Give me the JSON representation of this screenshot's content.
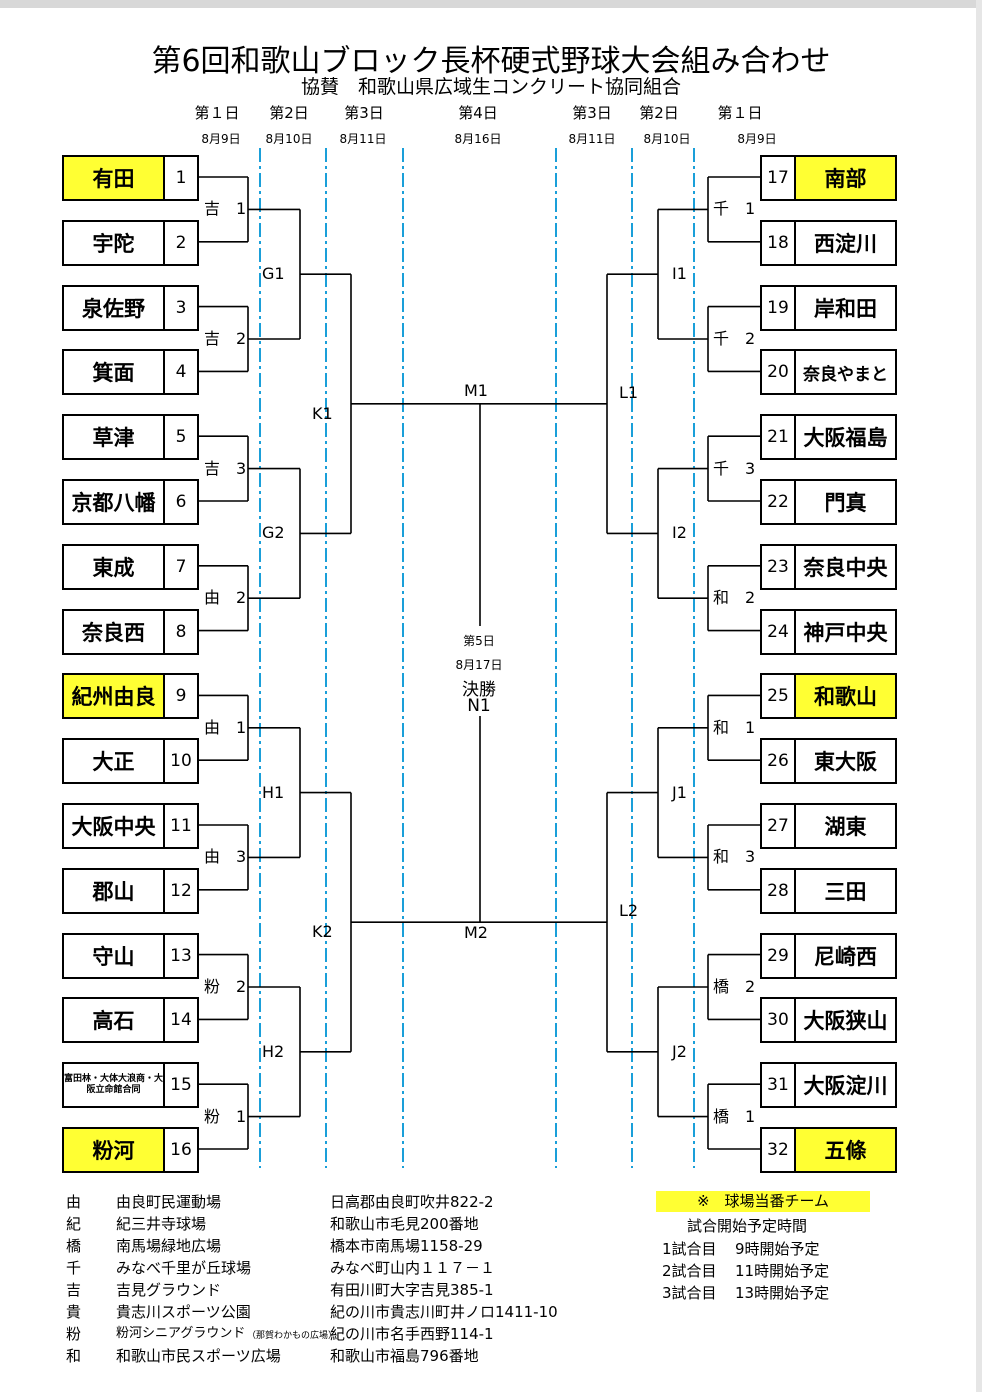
{
  "title": "第6回和歌山ブロック長杯硬式野球大会組み合わせ",
  "subtitle": "協賛　和歌山県広域生コンクリート協同組合",
  "rounds_left": [
    {
      "day": "第１日",
      "date": "8月9日"
    },
    {
      "day": "第2日",
      "date": "8月10日"
    },
    {
      "day": "第3日",
      "date": "8月11日"
    }
  ],
  "round_center": {
    "day": "第4日",
    "date": "8月16日"
  },
  "rounds_right": [
    {
      "day": "第3日",
      "date": "8月11日"
    },
    {
      "day": "第2日",
      "date": "8月10日"
    },
    {
      "day": "第１日",
      "date": "8月9日"
    }
  ],
  "left_teams": [
    {
      "no": "1",
      "name": "有田",
      "highlight": true
    },
    {
      "no": "2",
      "name": "宇陀",
      "highlight": false
    },
    {
      "no": "3",
      "name": "泉佐野",
      "highlight": false
    },
    {
      "no": "4",
      "name": "箕面",
      "highlight": false
    },
    {
      "no": "5",
      "name": "草津",
      "highlight": false
    },
    {
      "no": "6",
      "name": "京都八幡",
      "highlight": false
    },
    {
      "no": "7",
      "name": "東成",
      "highlight": false
    },
    {
      "no": "8",
      "name": "奈良西",
      "highlight": false
    },
    {
      "no": "9",
      "name": "紀州由良",
      "highlight": true
    },
    {
      "no": "10",
      "name": "大正",
      "highlight": false
    },
    {
      "no": "11",
      "name": "大阪中央",
      "highlight": false
    },
    {
      "no": "12",
      "name": "郡山",
      "highlight": false
    },
    {
      "no": "13",
      "name": "守山",
      "highlight": false
    },
    {
      "no": "14",
      "name": "高石",
      "highlight": false
    },
    {
      "no": "15",
      "name": "富田林・大体大浪商・大阪立命館合同",
      "highlight": false
    },
    {
      "no": "16",
      "name": "粉河",
      "highlight": true
    }
  ],
  "right_teams": [
    {
      "no": "17",
      "name": "南部",
      "highlight": true
    },
    {
      "no": "18",
      "name": "西淀川",
      "highlight": false
    },
    {
      "no": "19",
      "name": "岸和田",
      "highlight": false
    },
    {
      "no": "20",
      "name": "奈良やまと",
      "highlight": false
    },
    {
      "no": "21",
      "name": "大阪福島",
      "highlight": false
    },
    {
      "no": "22",
      "name": "門真",
      "highlight": false
    },
    {
      "no": "23",
      "name": "奈良中央",
      "highlight": false
    },
    {
      "no": "24",
      "name": "神戸中央",
      "highlight": false
    },
    {
      "no": "25",
      "name": "和歌山",
      "highlight": true
    },
    {
      "no": "26",
      "name": "東大阪",
      "highlight": false
    },
    {
      "no": "27",
      "name": "湖東",
      "highlight": false
    },
    {
      "no": "28",
      "name": "三田",
      "highlight": false
    },
    {
      "no": "29",
      "name": "尼崎西",
      "highlight": false
    },
    {
      "no": "30",
      "name": "大阪狭山",
      "highlight": false
    },
    {
      "no": "31",
      "name": "大阪淀川",
      "highlight": false
    },
    {
      "no": "32",
      "name": "五條",
      "highlight": true
    }
  ],
  "left_r1_labels": [
    "吉　1",
    "吉　2",
    "吉　3",
    "由　2",
    "由　1",
    "由　3",
    "粉　2",
    "粉　1"
  ],
  "right_r1_labels": [
    "千　1",
    "千　2",
    "千　3",
    "和　2",
    "和　1",
    "和　3",
    "橋　2",
    "橋　1"
  ],
  "left_r2_labels": [
    "G1",
    "G2",
    "H1",
    "H2"
  ],
  "right_r2_labels": [
    "I1",
    "I2",
    "J1",
    "J2"
  ],
  "left_r3_labels": [
    "K1",
    "K2"
  ],
  "right_r3_labels": [
    "L1",
    "L2"
  ],
  "semi_labels": [
    "M1",
    "M2"
  ],
  "final": {
    "day": "第5日",
    "date": "8月17日",
    "name": "決勝",
    "code": "N1"
  },
  "venues": [
    {
      "abbr": "由",
      "name": "由良町民運動場",
      "address": "日高郡由良町吹井822-2"
    },
    {
      "abbr": "紀",
      "name": "紀三井寺球場",
      "address": "和歌山市毛見200番地"
    },
    {
      "abbr": "橋",
      "name": "南馬場緑地広場",
      "address": "橋本市南馬場1158-29"
    },
    {
      "abbr": "千",
      "name": "みなべ千里が丘球場",
      "address": "みなべ町山内１１７－１"
    },
    {
      "abbr": "吉",
      "name": "吉見グラウンド",
      "address": "有田川町大字吉見385-1"
    },
    {
      "abbr": "貴",
      "name": "貴志川スポーツ公園",
      "address": "紀の川市貴志川町井ノロ1411-10"
    },
    {
      "abbr": "粉",
      "name": "粉河シニアグラウンド",
      "name_note": "（那賀わかもの広場）",
      "address": "紀の川市名手西野114-1"
    },
    {
      "abbr": "和",
      "name": "和歌山市民スポーツ広場",
      "address": "和歌山市福島796番地"
    }
  ],
  "notes": {
    "mark": "※　球場当番チーム",
    "heading": "試合開始予定時間",
    "games": [
      {
        "game": "1試合目",
        "time": "9時開始予定"
      },
      {
        "game": "2試合目",
        "time": "11時開始予定"
      },
      {
        "game": "3試合目",
        "time": "13時開始予定"
      }
    ]
  },
  "colors": {
    "highlight": "#ffff33",
    "dashline": "#1a9fd9"
  }
}
